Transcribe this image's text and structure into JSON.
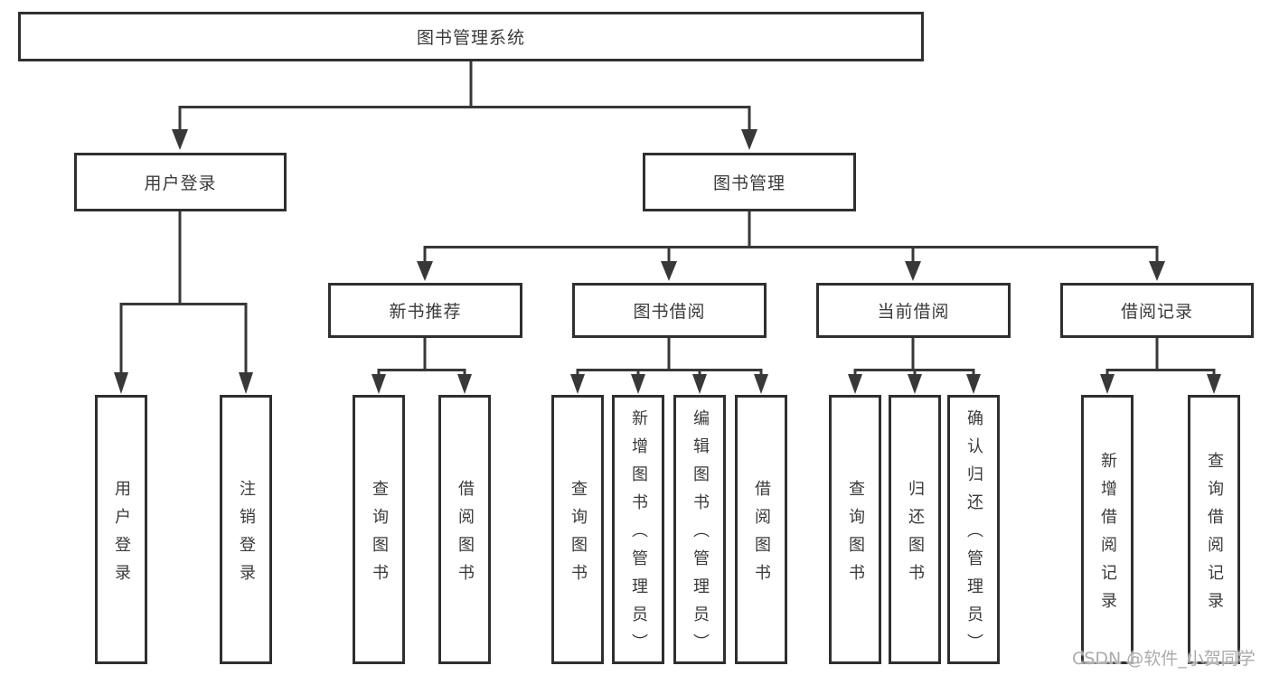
{
  "diagram": {
    "root": {
      "label": "图书管理系统"
    },
    "level2": [
      {
        "label": "用户登录"
      },
      {
        "label": "图书管理"
      }
    ],
    "level3": [
      {
        "label": "新书推荐",
        "parent": "图书管理"
      },
      {
        "label": "图书借阅",
        "parent": "图书管理"
      },
      {
        "label": "当前借阅",
        "parent": "图书管理"
      },
      {
        "label": "借阅记录",
        "parent": "图书管理"
      }
    ],
    "leaves": [
      {
        "label": "用户登录",
        "parent": "用户登录"
      },
      {
        "label": "注销登录",
        "parent": "用户登录"
      },
      {
        "label": "查询图书",
        "parent": "新书推荐"
      },
      {
        "label": "借阅图书",
        "parent": "新书推荐"
      },
      {
        "label": "查询图书",
        "parent": "图书借阅"
      },
      {
        "label": "新增图书（管理员）",
        "parent": "图书借阅"
      },
      {
        "label": "编辑图书（管理员）",
        "parent": "图书借阅"
      },
      {
        "label": "借阅图书",
        "parent": "图书借阅"
      },
      {
        "label": "查询图书",
        "parent": "当前借阅"
      },
      {
        "label": "归还图书",
        "parent": "当前借阅"
      },
      {
        "label": "确认归还（管理员）",
        "parent": "当前借阅"
      },
      {
        "label": "新增借阅记录",
        "parent": "借阅记录"
      },
      {
        "label": "查询借阅记录",
        "parent": "借阅记录"
      }
    ]
  },
  "watermark": {
    "text": "CSDN @软件_小贺同学"
  },
  "colors": {
    "line": "#383838",
    "border": "#2f2f2f",
    "text": "#3a3a3a",
    "watermark": "#ababab",
    "background": "#ffffff"
  }
}
